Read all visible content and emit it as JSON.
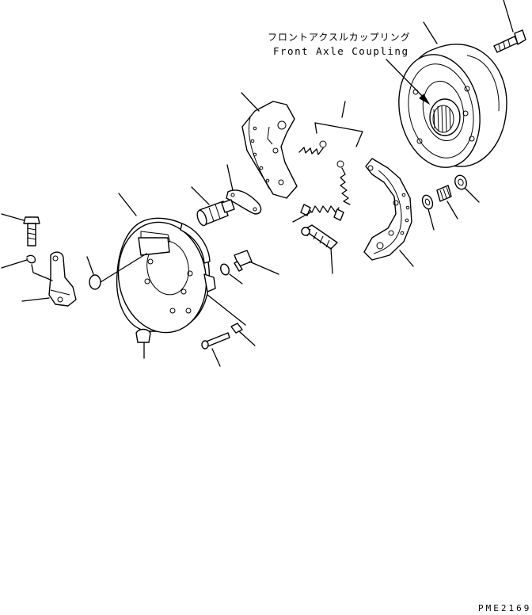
{
  "annotation": {
    "japanese": "フロントアクスルカップリング",
    "english": "Front Axle Coupling"
  },
  "drawing_code": "PME2169"
}
